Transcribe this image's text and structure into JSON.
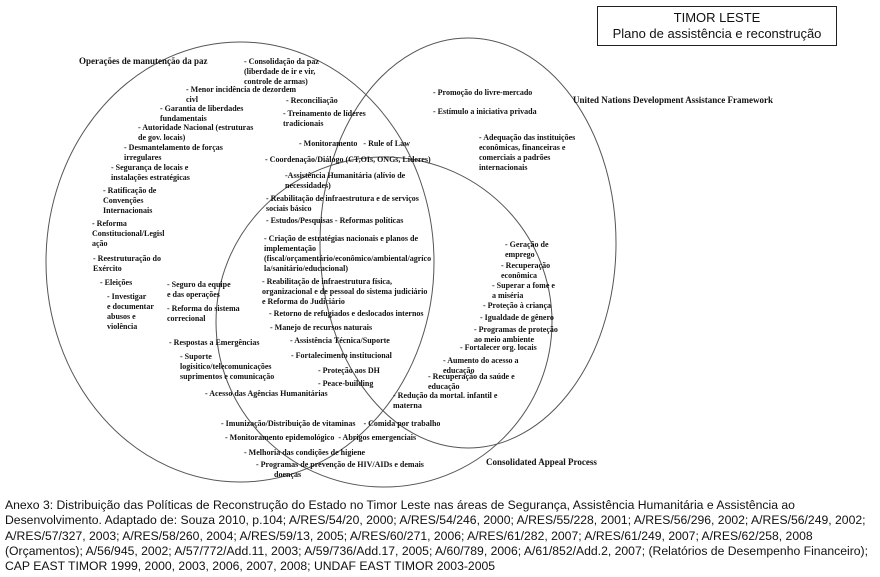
{
  "title_box": {
    "line1": "TIMOR LESTE",
    "line2": "Plano de assistência e reconstrução"
  },
  "sets": {
    "security": "Operações de manutenção da paz",
    "development": "United Nations Development Assistance Framework",
    "humanitarian": "Consolidated Appeal Process"
  },
  "items": {
    "consolidacao_paz": "- Consolidação da paz\n(liberdade de ir e vir,\ncontrole de armas)",
    "menor_incidencia": "- Menor incidência de dezordem\ncivl",
    "garantia_liberdades": "- Garantia de liberdades\nfundamentais",
    "autoridade_nacional": "- Autoridade Nacional (estruturas\nde gov. locais)",
    "desmantelamento": "- Desmantelamento de forças\nirregulares",
    "seguranca_locais": "- Segurança de locais e\ninstalações estratégicas",
    "ratificacao": "- Ratificação de\nConvenções\nInternacionais",
    "reforma_constitucional": "- Reforma\nConstitucional/Legisl\nação",
    "reestruturacao_exercito": "- Reestruturação do\nExército",
    "eleicoes": "- Eleições",
    "investigar": "- Investigar\ne documentar\nabusos e\nviolência",
    "reconciliacao": "- Reconciliação",
    "treinamento_lideres": "- Treinamento de líderes\ntradicionais",
    "promocao_mercado": "- Promoção do livre-mercado",
    "estimulo_privada": "- Estímulo a iniciativa privada",
    "adequacao_instituicoes": "- Adequação das instituições\neconômicas, financeiras e\ncomerciais a padrões\ninternacionais",
    "monitoramento_rule": "- Monitoramento   - Rule of Law",
    "coordenacao": "- Coordenação/Diálogo (CT,OIs, ONGs, Líderes)",
    "assistencia_humanitaria": "-Assistência Humanitária (alívio de\nnecessidades)",
    "reabilitacao_servicos": "- Reabilitação de infraestrutura e de serviços\nsociais básico",
    "estudos_reformas": "- Estudos/Pesquisas - Reformas políticas",
    "criacao_estrategias": "- Criação de estratégias nacionais e planos de\nimplementação\n(fiscal/orçamentário/econômico/ambiental/agríco\nla/sanitário/educacional)",
    "reabilitacao_judiciario": "- Reabilitação de infraestrutura física,\norganizacional e de pessoal do sistema judiciário\ne Reforma do Judiciário",
    "retorno_refugiados": "- Retorno de refugiados e deslocados internos",
    "manejo_recursos": "- Manejo de recursos naturais",
    "assistencia_tecnica": "- Assistência Técnica/Suporte",
    "fortalecimento": "- Fortalecimento institucional",
    "protecao_dh": "- Proteção aos DH",
    "peace_building": "- Peace-building",
    "seguro_equipe": "- Seguro da equipe\ne das operações",
    "reforma_correcional": "- Reforma do sistema\ncorrecional",
    "respostas_emergencias": "- Respostas a Emergências",
    "suporte_logistico": "- Suporte\nlogísitico/telecomunicações\nsuprimentos e comunicação",
    "acesso_agencias": "- Acesso das Agências Humanitárias",
    "geracao_emprego": "- Geração de\nemprego",
    "recuperacao_economica": "- Recuperação\neconômica",
    "superar_fome": "- Superar a fome e\na miséria",
    "protecao_crianca": "- Proteção à criança",
    "igualdade_genero": "- Igualdade de gênero",
    "programas_ambiente": "- Programas de proteção\nao meio ambiente",
    "fortalecer_org": "- Fortalecer org. locais",
    "aumento_educacao": "- Aumento do acesso a\neducação",
    "recuperacao_saude": "- Recuperação da saúde e\neducação",
    "reducao_mortalidade": "- Redução da mortal. infantil e\nmaterna",
    "imunizacao": "- Imunização/Distribuição de vitaminas    - Comida por trabalho",
    "monitoramento_epi": "- Monitoramento epidemológico  - Abrigos emergenciais",
    "melhoria_higiene": "- Melhoria das condições de higiene",
    "programas_hiv": "- Programas de prevenção de HIV/AIDs e demais\n         doenças"
  },
  "caption": "Anexo 3: Distribuição das Políticas de Reconstrução do Estado no Timor Leste nas áreas de Segurança, Assistência Humanitária e Assistência ao Desenvolvimento. Adaptado de: Souza 2010, p.104; A/RES/54/20, 2000; A/RES/54/246, 2000; A/RES/55/228, 2001; A/RES/56/296, 2002; A/RES/56/249, 2002; A/RES/57/327, 2003; A/RES/58/260, 2004; A/RES/59/13, 2005; A/RES/60/271, 2006; A/RES/61/282, 2007; A/RES/61/249, 2007; A/RES/62/258, 2008 (Orçamentos); A/56/945, 2002; A/57/772/Add.11, 2003; A/59/736/Add.17, 2005; A/60/789, 2006; A/61/852/Add.2, 2007; (Relatórios de Desempenho Financeiro); CAP EAST TIMOR 1999, 2000, 2003, 2006, 2007, 2008; UNDAF EAST TIMOR 2003-2005"
}
